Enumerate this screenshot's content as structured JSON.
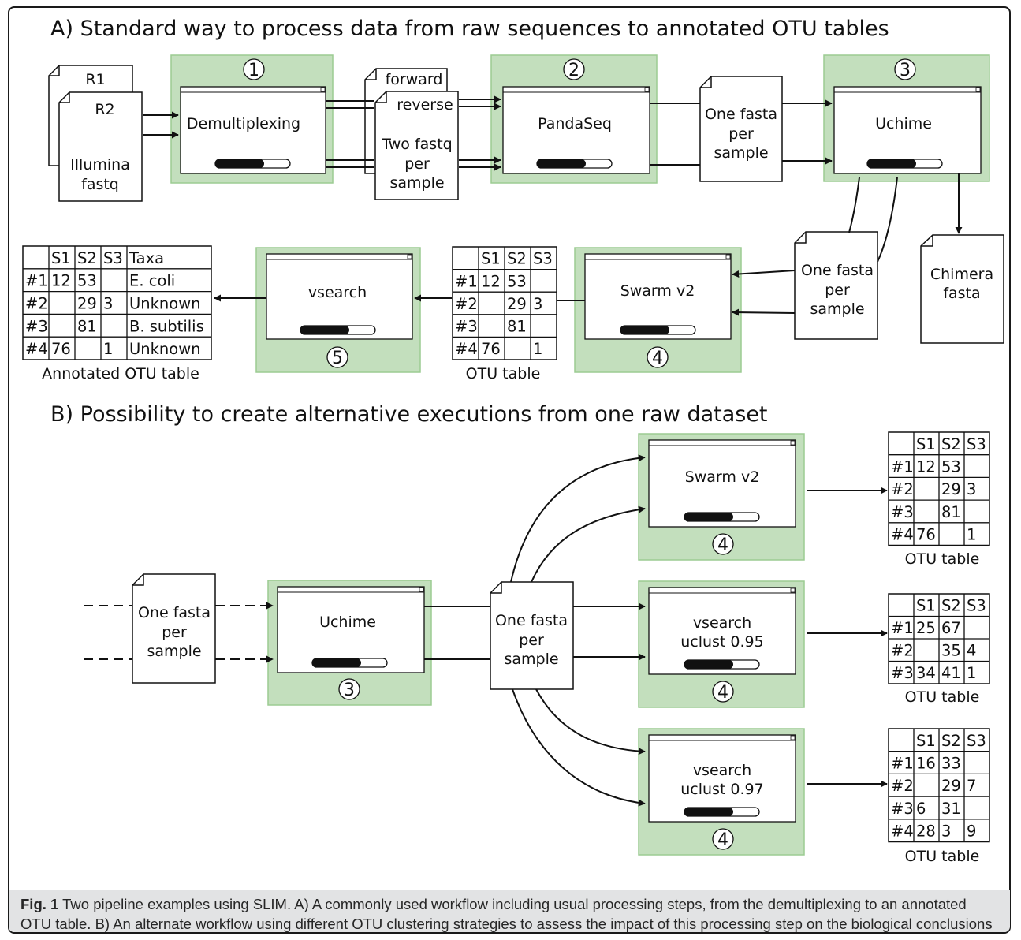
{
  "section_a": {
    "title": "A) Standard way to process data from raw sequences to annotated OTU tables",
    "input_files": {
      "r1": "R1",
      "r2": "R2",
      "desc1": "Illumina",
      "desc2": "fastq"
    },
    "steps": [
      {
        "number": "1",
        "name": "Demultiplexing"
      },
      {
        "number": "2",
        "name": "PandaSeq"
      },
      {
        "number": "3",
        "name": "Uchime"
      },
      {
        "number": "4",
        "name": "Swarm v2"
      },
      {
        "number": "5",
        "name": "vsearch"
      }
    ],
    "paired_files": {
      "forward": "forward",
      "reverse": "reverse",
      "desc1": "Two fastq",
      "desc2": "per",
      "desc3": "sample"
    },
    "fasta_file": {
      "line1": "One fasta",
      "line2": "per",
      "line3": "sample"
    },
    "chimera_file": {
      "line1": "Chimera",
      "line2": "fasta"
    },
    "otu_table": {
      "caption": "OTU table",
      "headers": [
        "",
        "S1",
        "S2",
        "S3"
      ],
      "rows": [
        [
          "#1",
          "12",
          "53",
          ""
        ],
        [
          "#2",
          "",
          "29",
          "3"
        ],
        [
          "#3",
          "",
          "81",
          ""
        ],
        [
          "#4",
          "76",
          "",
          "1"
        ]
      ]
    },
    "annotated_table": {
      "caption": "Annotated OTU table",
      "headers": [
        "",
        "S1",
        "S2",
        "S3",
        "Taxa"
      ],
      "rows": [
        [
          "#1",
          "12",
          "53",
          "",
          "E. coli"
        ],
        [
          "#2",
          "",
          "29",
          "3",
          "Unknown"
        ],
        [
          "#3",
          "",
          "81",
          "",
          "B. subtilis"
        ],
        [
          "#4",
          "76",
          "",
          "1",
          "Unknown"
        ]
      ]
    }
  },
  "section_b": {
    "title": "B) Possibility to create alternative executions from one raw dataset",
    "input_file": {
      "line1": "One fasta",
      "line2": "per",
      "line3": "sample"
    },
    "uchime": {
      "name": "Uchime",
      "number": "3"
    },
    "output_file": {
      "line1": "One fasta",
      "line2": "per",
      "line3": "sample"
    },
    "branches": [
      {
        "name": [
          "Swarm v2"
        ],
        "number": "4",
        "table": {
          "caption": "OTU table",
          "headers": [
            "",
            "S1",
            "S2",
            "S3"
          ],
          "rows": [
            [
              "#1",
              "12",
              "53",
              ""
            ],
            [
              "#2",
              "",
              "29",
              "3"
            ],
            [
              "#3",
              "",
              "81",
              ""
            ],
            [
              "#4",
              "76",
              "",
              "1"
            ]
          ]
        }
      },
      {
        "name": [
          "vsearch",
          "uclust 0.95"
        ],
        "number": "4",
        "table": {
          "caption": "OTU table",
          "headers": [
            "",
            "S1",
            "S2",
            "S3"
          ],
          "rows": [
            [
              "#1",
              "25",
              "67",
              ""
            ],
            [
              "#2",
              "",
              "35",
              "4"
            ],
            [
              "#3",
              "34",
              "41",
              "1"
            ]
          ]
        }
      },
      {
        "name": [
          "vsearch",
          "uclust 0.97"
        ],
        "number": "4",
        "table": {
          "caption": "OTU table",
          "headers": [
            "",
            "S1",
            "S2",
            "S3"
          ],
          "rows": [
            [
              "#1",
              "16",
              "33",
              ""
            ],
            [
              "#2",
              "",
              "29",
              "7"
            ],
            [
              "#3",
              "6",
              "31",
              ""
            ],
            [
              "#4",
              "28",
              "3",
              "9"
            ]
          ]
        }
      }
    ]
  },
  "caption": {
    "label": "Fig. 1",
    "text": "Two pipeline examples using SLIM. A) A commonly used workflow including usual processing steps, from the demultiplexing to an annotated OTU table. B) An alternate workflow using different OTU clustering strategies to assess the impact of this processing step on the biological conclusions"
  },
  "colors": {
    "step_box": "#c3dfbd",
    "step_box_border": "#9ccc92",
    "line": "#111111",
    "caption_bg": "#e2e3e4"
  }
}
